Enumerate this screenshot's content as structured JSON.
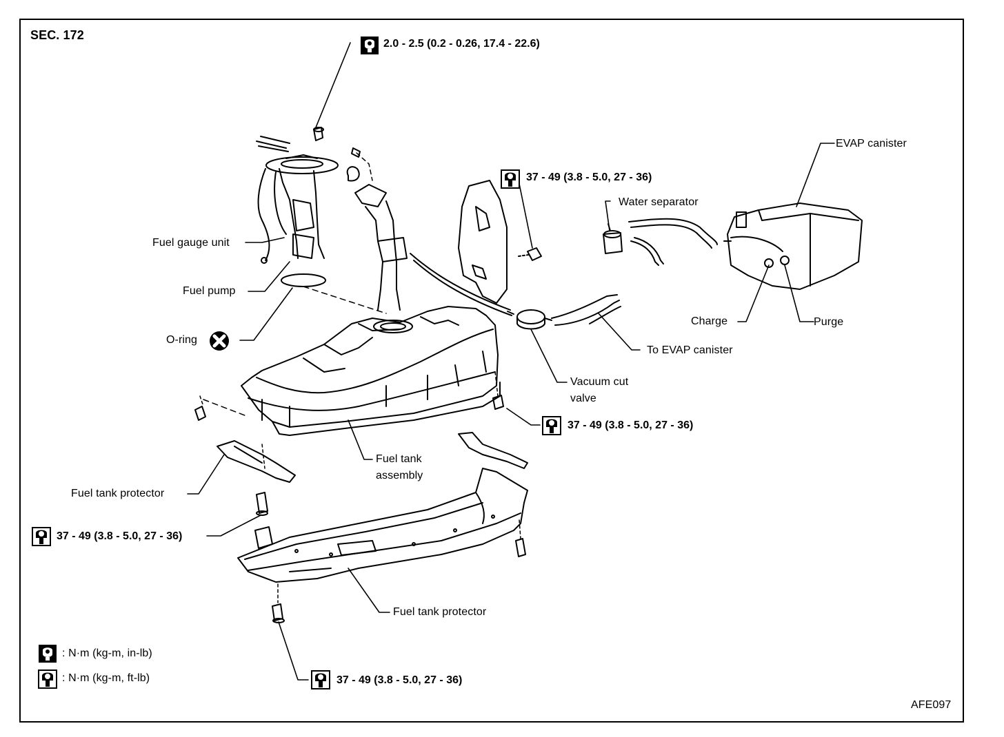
{
  "section_label": "SEC. 172",
  "figure_code": "AFE097",
  "torque_specs": {
    "fuel_gauge_screw": "2.0 - 2.5 (0.2 - 0.26, 17.4 - 22.6)",
    "bracket_bolt": "37 - 49 (3.8 - 5.0, 27 - 36)",
    "tank_bolt_right": "37 - 49 (3.8 - 5.0, 27 - 36)",
    "protector_bolt_left": "37 - 49 (3.8 - 5.0, 27 - 36)",
    "protector_bolt_bottom": "37 - 49 (3.8 - 5.0, 27 - 36)"
  },
  "labels": {
    "evap_canister": "EVAP canister",
    "water_separator": "Water separator",
    "fuel_gauge_unit": "Fuel gauge unit",
    "fuel_pump": "Fuel pump",
    "o_ring": "O-ring",
    "charge": "Charge",
    "purge": "Purge",
    "to_evap_canister": "To EVAP canister",
    "vacuum_cut_valve_line1": "Vacuum cut",
    "vacuum_cut_valve_line2": "valve",
    "fuel_tank_assembly_line1": "Fuel tank",
    "fuel_tank_assembly_line2": "assembly",
    "fuel_tank_protector_upper": "Fuel tank protector",
    "fuel_tank_protector_lower": "Fuel tank protector"
  },
  "legend": {
    "in_lb_unit": ": N·m (kg-m, in-lb)",
    "ft_lb_unit": ": N·m (kg-m, ft-lb)"
  },
  "icons": {
    "torque_in_lb": "torque-wrench-filled-icon",
    "torque_ft_lb": "torque-wrench-outline-icon",
    "replace_part": "do-not-reuse-x-icon"
  }
}
